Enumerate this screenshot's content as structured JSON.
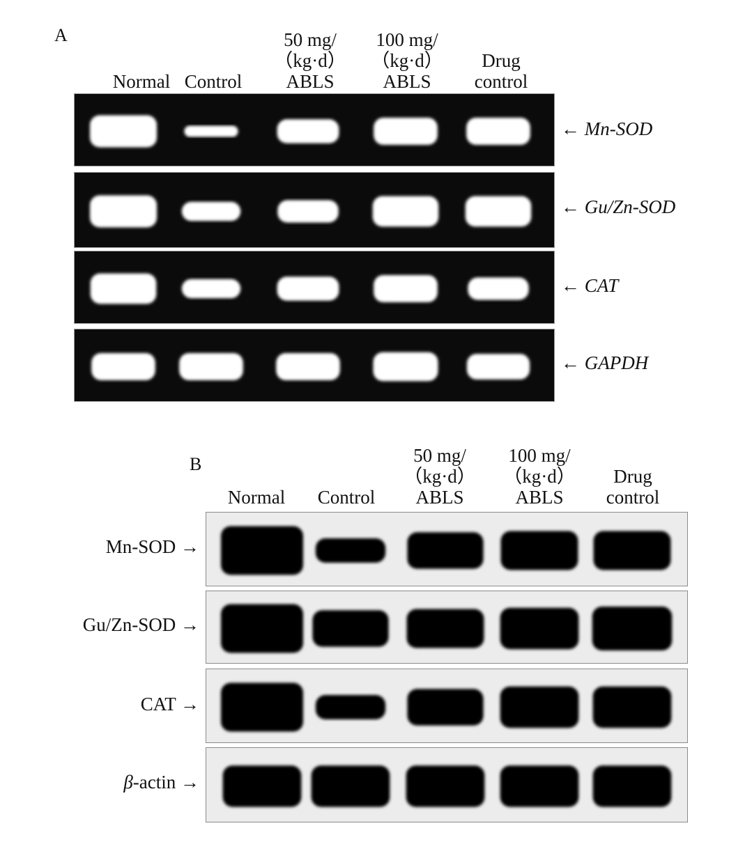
{
  "panel_a": {
    "label": "A",
    "lanes": [
      [
        "Normal"
      ],
      [
        "Control"
      ],
      [
        "50 mg/",
        "（kg·d）",
        "ABLS"
      ],
      [
        "100 mg/",
        "（kg·d）",
        "ABLS"
      ],
      [
        "Drug",
        "control"
      ]
    ],
    "rows": [
      {
        "gene": "Mn-SOD",
        "arrow": "←",
        "band_intensity": [
          1.0,
          0.35,
          0.75,
          0.85,
          0.85
        ]
      },
      {
        "gene": "Gu/Zn-SOD",
        "arrow": "←",
        "band_intensity": [
          1.0,
          0.6,
          0.7,
          0.95,
          0.95
        ]
      },
      {
        "gene": "CAT",
        "arrow": "←",
        "band_intensity": [
          0.95,
          0.6,
          0.75,
          0.85,
          0.7
        ]
      },
      {
        "gene": "GAPDH",
        "arrow": "←",
        "band_intensity": [
          0.85,
          0.85,
          0.85,
          0.9,
          0.8
        ]
      }
    ]
  },
  "panel_b": {
    "label": "B",
    "lanes": [
      [
        "Normal"
      ],
      [
        "Control"
      ],
      [
        "50 mg/",
        "（kg·d）",
        "ABLS"
      ],
      [
        "100 mg/",
        "（kg·d）",
        "ABLS"
      ],
      [
        "Drug",
        "control"
      ]
    ],
    "rows": [
      {
        "gene": "Mn-SOD",
        "gene_italic_prefix": "",
        "arrow": "→",
        "band_intensity": [
          1.0,
          0.5,
          0.75,
          0.8,
          0.8
        ]
      },
      {
        "gene": "Gu/Zn-SOD",
        "gene_italic_prefix": "",
        "arrow": "→",
        "band_intensity": [
          1.0,
          0.75,
          0.8,
          0.85,
          0.9
        ]
      },
      {
        "gene": "CAT",
        "gene_italic_prefix": "",
        "arrow": "→",
        "band_intensity": [
          1.0,
          0.5,
          0.75,
          0.85,
          0.85
        ]
      },
      {
        "gene": "-actin",
        "gene_italic_prefix": "β",
        "arrow": "→",
        "band_intensity": [
          0.85,
          0.85,
          0.85,
          0.85,
          0.85
        ]
      }
    ]
  },
  "colors": {
    "gel_background": "#0b0b0b",
    "gel_band": "#ffffff",
    "blot_background": "#ececec",
    "blot_band": "#000000"
  }
}
